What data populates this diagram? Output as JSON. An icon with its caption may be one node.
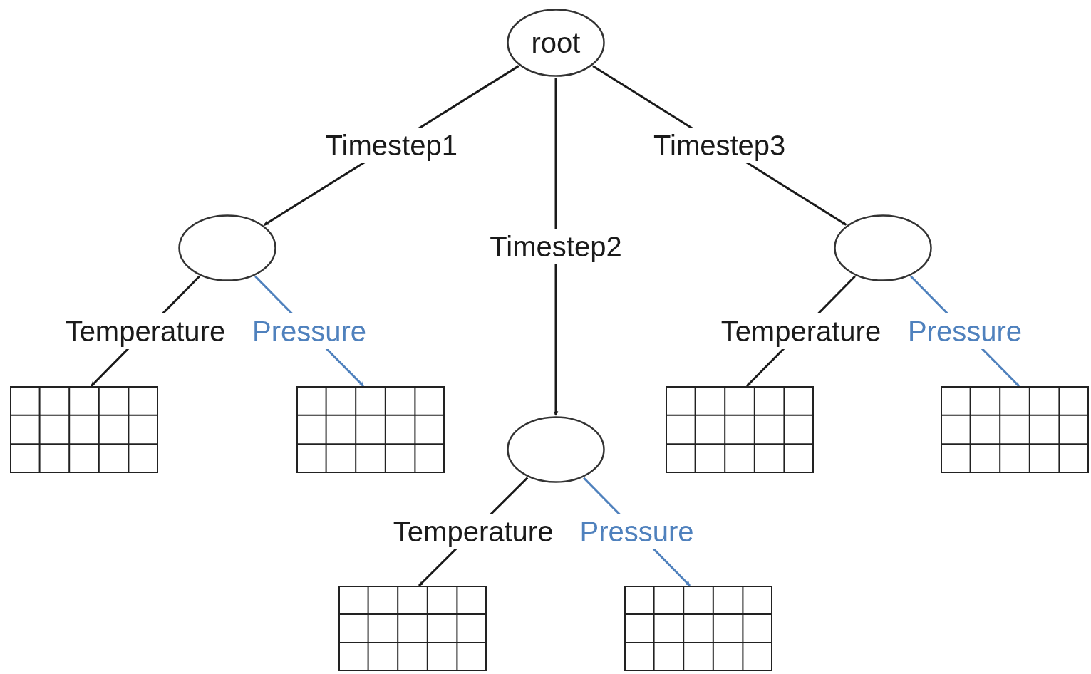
{
  "diagram": {
    "nodes": [
      {
        "text": [
          "root"
        ]
      },
      {
        "text": [],
        "shape": "ellipse"
      },
      {
        "text": [],
        "shape": "ellipse"
      },
      {
        "text": [],
        "shape": "ellipse"
      },
      {
        "text": [],
        "shape": "grid"
      },
      {
        "text": [],
        "shape": "grid"
      },
      {
        "text": [],
        "shape": "grid"
      },
      {
        "text": [],
        "shape": "grid"
      },
      {
        "text": [],
        "shape": "grid"
      },
      {
        "text": [],
        "shape": "grid"
      }
    ],
    "edges": [
      {
        "from": 0,
        "to": 1,
        "arrow": "to",
        "label": "Timestep1"
      },
      {
        "from": 0,
        "to": 2,
        "arrow": "to",
        "label": "Timestep2"
      },
      {
        "from": 0,
        "to": 3,
        "arrow": "to",
        "label": "Timestep3"
      },
      {
        "from": 1,
        "to": 4,
        "arrow": "to",
        "label": "Temperature"
      },
      {
        "from": 1,
        "to": 5,
        "arrow": "to",
        "label": "Pressure",
        "color": "#4f81bd"
      },
      {
        "from": 2,
        "to": 6,
        "arrow": "to",
        "label": "Temperature"
      },
      {
        "from": 2,
        "to": 7,
        "arrow": "to",
        "label": "Pressure",
        "color": "#4f81bd"
      },
      {
        "from": 3,
        "to": 8,
        "arrow": "to",
        "label": "Temperature"
      },
      {
        "from": 3,
        "to": 9,
        "arrow": "to",
        "label": "Pressure",
        "color": "#4f81bd"
      }
    ]
  }
}
